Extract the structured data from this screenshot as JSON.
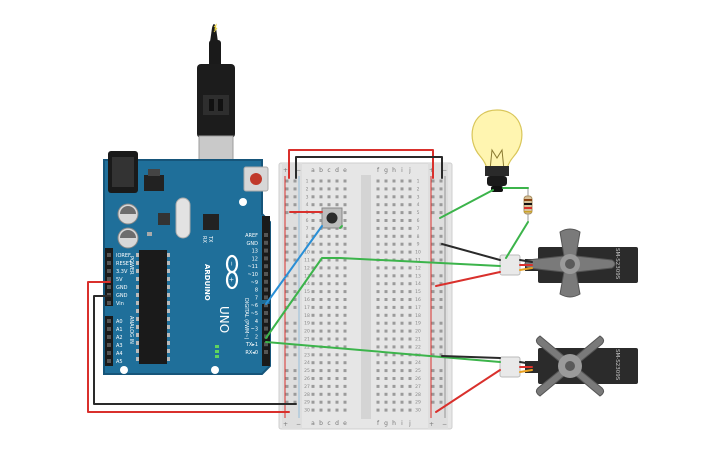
{
  "colors": {
    "arduino_board": "#1f6f9a",
    "arduino_edge": "#16557a",
    "breadboard": "#e6e6e6",
    "wire_red": "#d9302c",
    "wire_black": "#2a2a2a",
    "wire_green": "#3cb44b",
    "wire_blue": "#2a8fd6",
    "servo_body": "#2b2b2b",
    "servo_horn": "#7a7a7a",
    "bulb_glass": "#fff5b0"
  },
  "icons": {
    "usb": "usb-cable-icon",
    "bulb": "light-bulb-icon",
    "resistor": "resistor-icon",
    "button": "pushbutton-icon",
    "servo": "servo-motor-icon"
  },
  "arduino": {
    "brand": "ARDUINO",
    "model": "UNO",
    "digital_label": "DIGITAL (PWM~)",
    "power_label": "POWER",
    "analog_label": "ANALOG IN",
    "tx_label": "TX",
    "rx_label": "RX",
    "power_pins": [
      "IOREF",
      "RESET",
      "3.3V",
      "5V",
      "GND",
      "GND",
      "Vin"
    ],
    "analog_pins": [
      "A0",
      "A1",
      "A2",
      "A3",
      "A4",
      "A5"
    ],
    "digital_pins": [
      "AREF",
      "GND",
      "13",
      "12",
      "~11",
      "~10",
      "~9",
      "8",
      "7",
      "~6",
      "~5",
      "4",
      "~3",
      "2",
      "TX▸1",
      "RX◂0"
    ]
  },
  "breadboard": {
    "cols_left": [
      "a",
      "b",
      "c",
      "d",
      "e"
    ],
    "cols_right": [
      "f",
      "g",
      "h",
      "i",
      "j"
    ],
    "rail_plus": "+",
    "rail_minus": "−",
    "row_count": 30
  },
  "servos": [
    {
      "label": "SM-S2309S"
    },
    {
      "label": "SM-S2309S"
    }
  ]
}
